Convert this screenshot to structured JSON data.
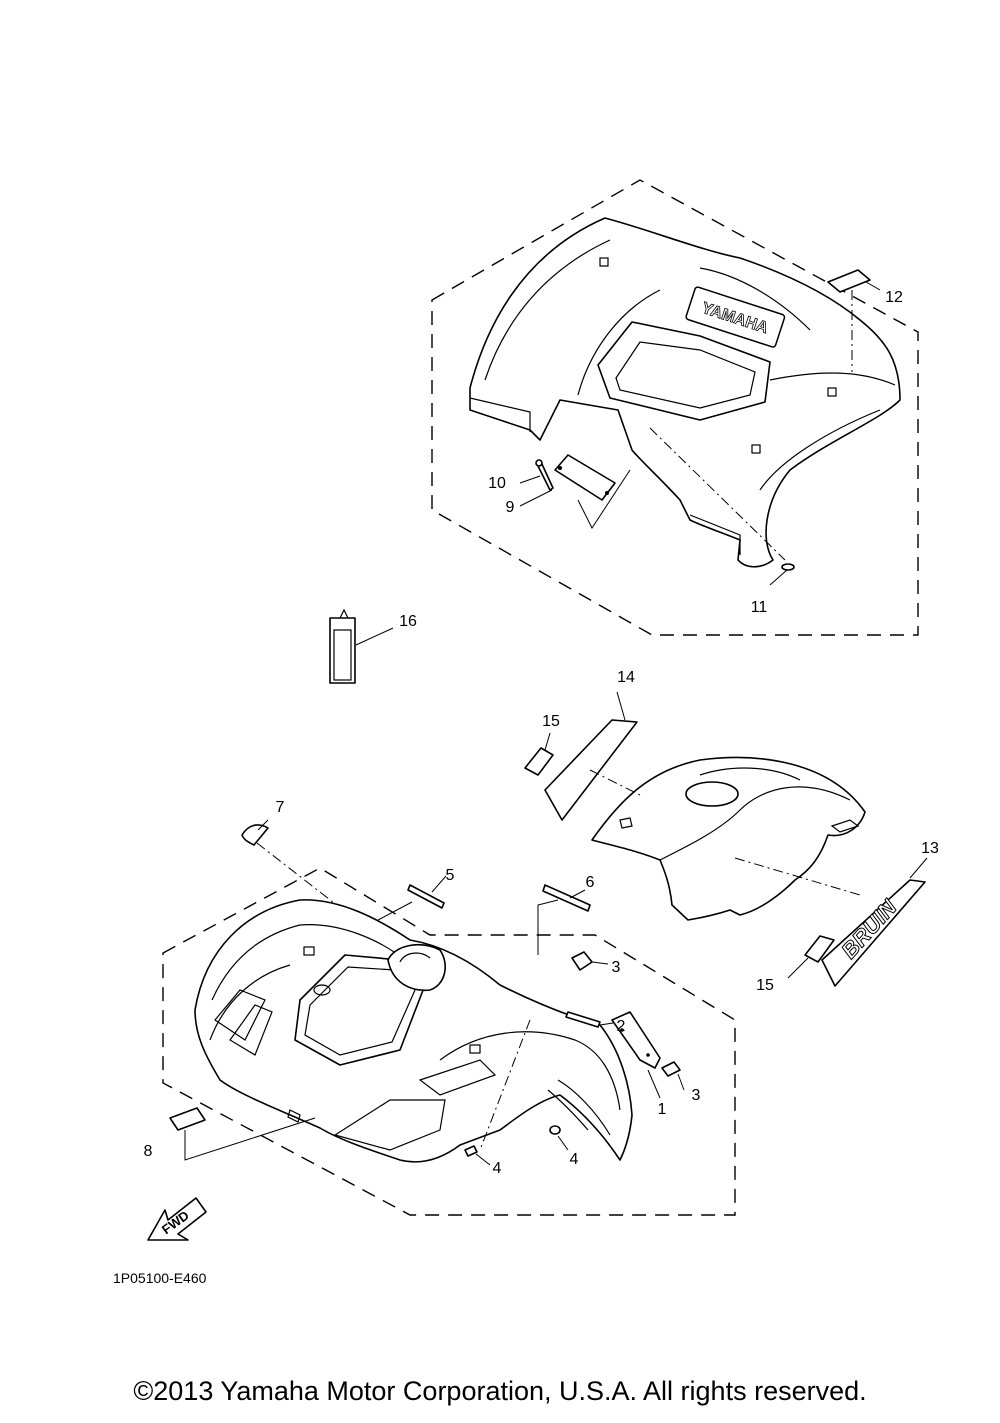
{
  "callouts": [
    {
      "id": "c1",
      "label": "1"
    },
    {
      "id": "c2",
      "label": "2"
    },
    {
      "id": "c3a",
      "label": "3"
    },
    {
      "id": "c3b",
      "label": "3"
    },
    {
      "id": "c4a",
      "label": "4"
    },
    {
      "id": "c4b",
      "label": "4"
    },
    {
      "id": "c5",
      "label": "5"
    },
    {
      "id": "c6",
      "label": "6"
    },
    {
      "id": "c7",
      "label": "7"
    },
    {
      "id": "c8",
      "label": "8"
    },
    {
      "id": "c9",
      "label": "9"
    },
    {
      "id": "c10",
      "label": "10"
    },
    {
      "id": "c11",
      "label": "11"
    },
    {
      "id": "c12",
      "label": "12"
    },
    {
      "id": "c13",
      "label": "13"
    },
    {
      "id": "c14",
      "label": "14"
    },
    {
      "id": "c15a",
      "label": "15"
    },
    {
      "id": "c15b",
      "label": "15"
    },
    {
      "id": "c16",
      "label": "16"
    }
  ],
  "diagram_ref": "1P05100-E460",
  "fwd_arrow_label": "FWD",
  "rear_fender_logo": "YAMAHA",
  "tank_cover_graphic": "BRUIN",
  "copyright": "©2013 Yamaha Motor Corporation, U.S.A. All rights reserved."
}
